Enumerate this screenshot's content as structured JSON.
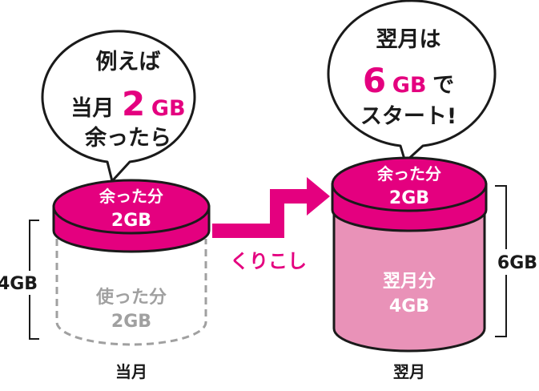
{
  "colors": {
    "accent": "#e4007f",
    "accent_dark": "#b00062",
    "accent_light": "#e992b8",
    "used_gray": "#a0a0a0",
    "text_dark": "#1a1a1a",
    "white": "#ffffff"
  },
  "left_bubble": {
    "line1": "例えば",
    "line2_prefix": "当月",
    "line2_big": "2",
    "line2_suffix": "GB",
    "line3": "余ったら"
  },
  "right_bubble": {
    "line1": "翌月は",
    "line2_big": "6",
    "line2_mid": "GB",
    "line2_suffix": "で",
    "line3": "スタート!"
  },
  "left_cylinder": {
    "top_line1": "余った分",
    "top_line2": "2GB",
    "used_line1": "使った分",
    "used_line2": "2GB",
    "total_label": "4GB",
    "caption": "当月"
  },
  "arrow": {
    "label": "くりこし"
  },
  "right_cylinder": {
    "top_line1": "余った分",
    "top_line2": "2GB",
    "body_line1": "翌月分",
    "body_line2": "4GB",
    "total_label": "6GB",
    "caption": "翌月"
  }
}
